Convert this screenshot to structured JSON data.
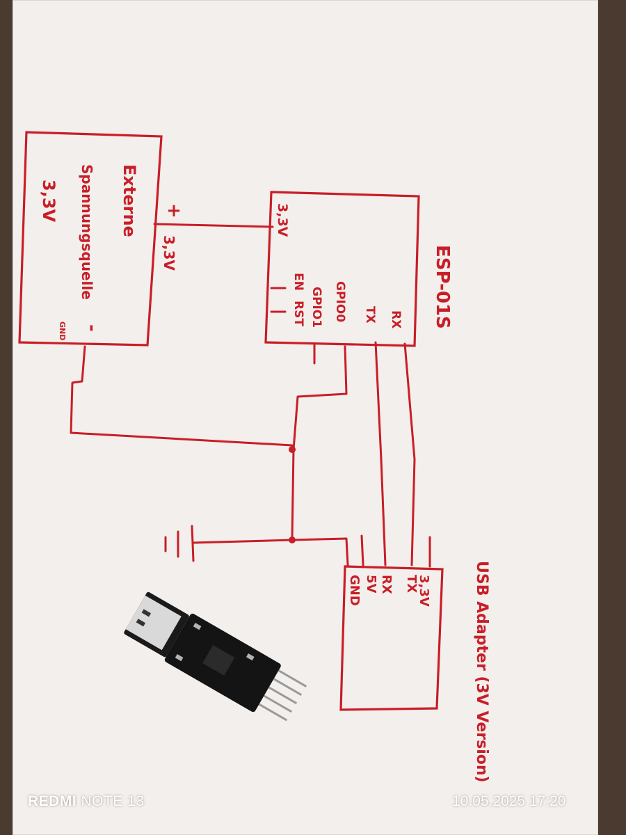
{
  "diagram": {
    "power_supply": {
      "label_line1": "Externe",
      "label_line2": "Spannungsquelle",
      "label_line3": "3,3V",
      "plus_label": "+",
      "minus_label": "-",
      "gnd_label": "GND",
      "voltage_label": "3,3V"
    },
    "esp": {
      "title": "ESP-01S",
      "pins": [
        "3,3V",
        "EN",
        "RST",
        "GPIO1",
        "GPIO0",
        "TX",
        "RX"
      ]
    },
    "usb_adapter": {
      "title": "USB Adapter (3V Version)",
      "pins": [
        "3,3V",
        "TX",
        "RX",
        "5V",
        "GND"
      ]
    }
  },
  "watermark": {
    "brand_bold": "REDMI",
    "brand_model": "NOTE 13",
    "timestamp": "10.05.2025 17:20"
  },
  "colors": {
    "ink": "#c81e28",
    "paper": "#f3efec"
  }
}
